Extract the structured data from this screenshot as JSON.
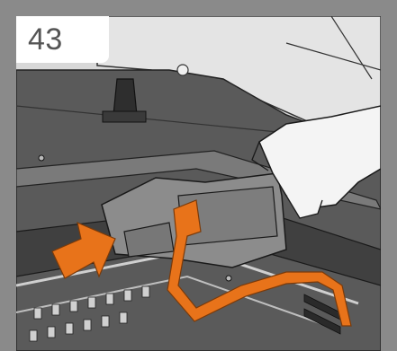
{
  "step": {
    "number": "43"
  },
  "illustration": {
    "subject": "printer-maintenance-cartridge-insertion",
    "elements": [
      "printer-body",
      "carriage-rail",
      "platen-rollers",
      "maintenance-cartridge",
      "hand",
      "orange-tape",
      "insert-arrow"
    ]
  },
  "colors": {
    "frame": "#8a8a8a",
    "printer_dark": "#4a4a4a",
    "printer_mid": "#6e6e6e",
    "printer_light": "#cfcfcf",
    "accent_orange": "#e8731a"
  }
}
